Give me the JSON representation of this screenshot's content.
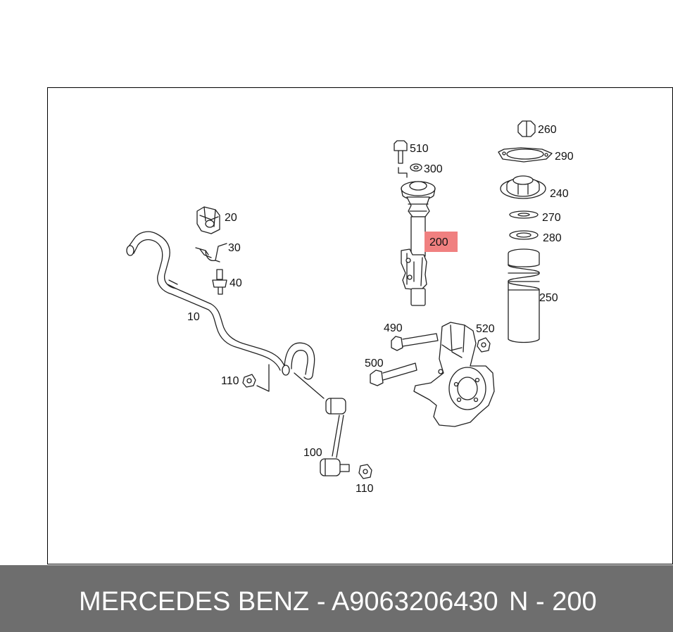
{
  "labels": {
    "p10": "10",
    "p20": "20",
    "p30": "30",
    "p40": "40",
    "p100": "100",
    "p110a": "110",
    "p110b": "110",
    "p200": "200",
    "p240": "240",
    "p250": "250",
    "p260": "260",
    "p270": "270",
    "p280": "280",
    "p290": "290",
    "p300": "300",
    "p490": "490",
    "p500": "500",
    "p510": "510",
    "p520": "520"
  },
  "highlight": {
    "part": "200",
    "color": "#f08080"
  },
  "footer": {
    "brand_part": "MERCEDES BENZ - A9063206430",
    "position": "N - 200"
  },
  "colors": {
    "footer_bg": "#6e6e6e",
    "footer_text": "#ffffff"
  }
}
